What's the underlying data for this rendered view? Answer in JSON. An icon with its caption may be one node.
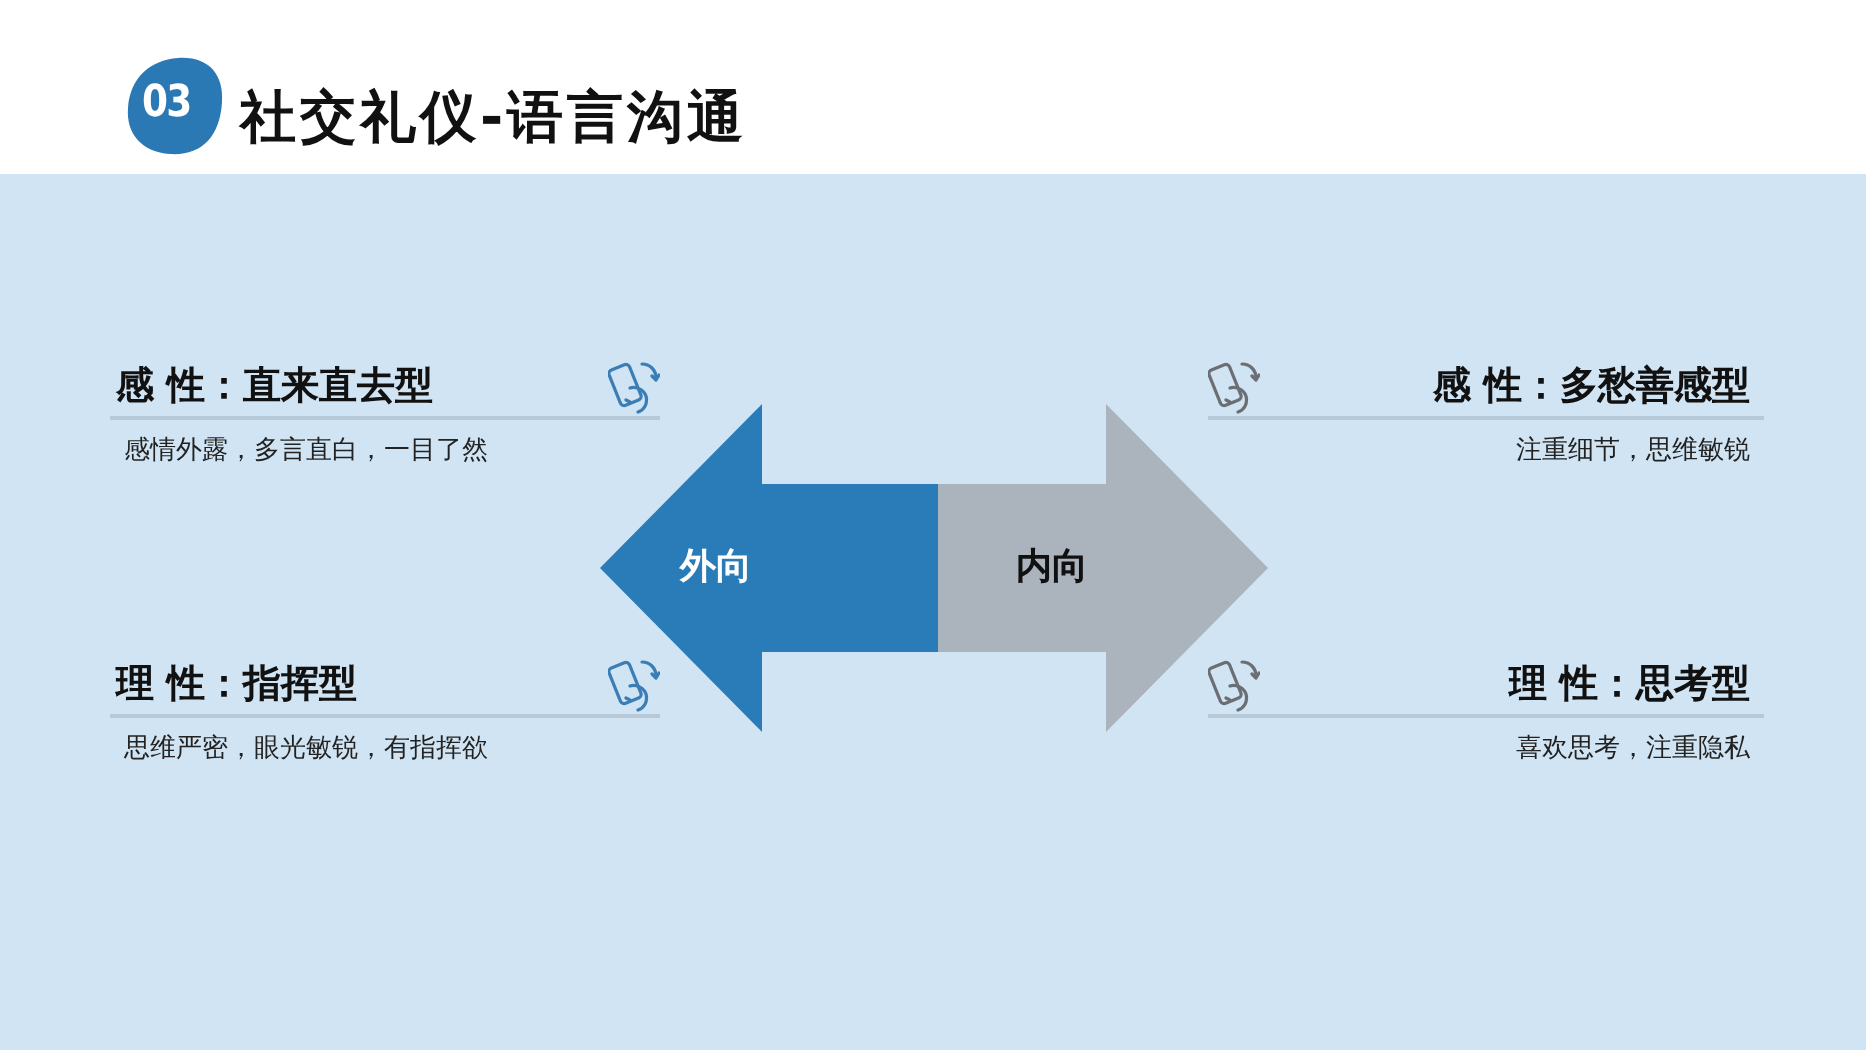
{
  "diagram": {
    "title": "社交礼仪-语言沟通",
    "nodes": [
      {
        "text": [
          "03"
        ]
      },
      {
        "text": [
          "外向"
        ]
      },
      {
        "text": [
          "内向"
        ]
      }
    ],
    "labels": [
      "感 性：直来直去型",
      "感 性：多愁善感型",
      "感情外露，多言直白，一目了然",
      "注重细节，思维敏锐",
      "理 性：指挥型",
      "理 性：思考型",
      "思维严密，眼光敏锐，有指挥欲",
      "喜欢思考，注重隐私"
    ]
  }
}
